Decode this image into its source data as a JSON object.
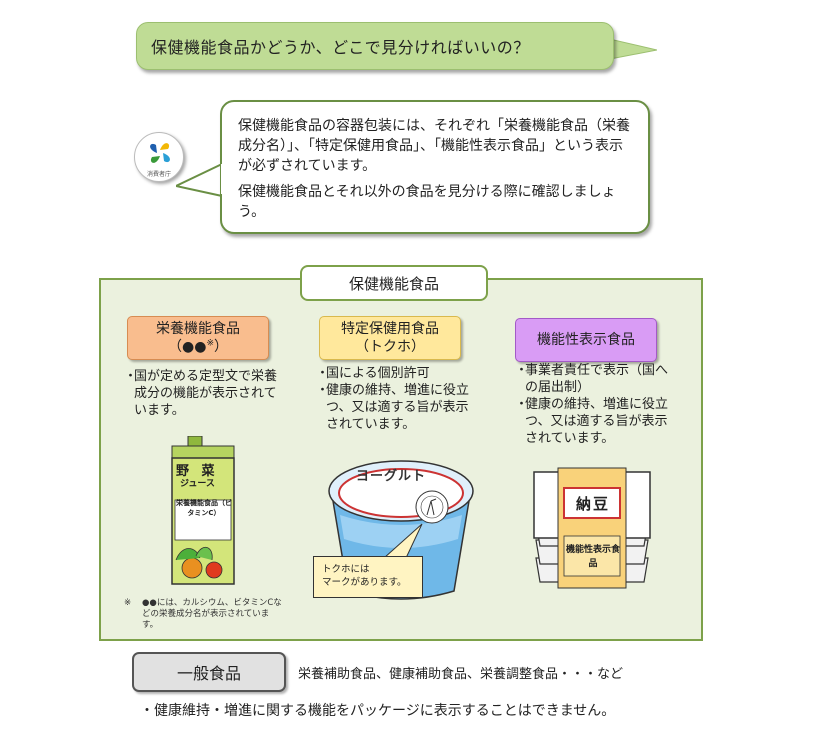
{
  "question": "保健機能食品かどうか、どこで見分ければいいの？",
  "logo": {
    "text": "消費者庁"
  },
  "answer": {
    "p1": "保健機能食品の容器包装には、それぞれ「栄養機能食品（栄養成分名）」、「特定保健用食品」、「機能性表示食品」という表示が必ずされています。",
    "p2": "保健機能食品とそれ以外の食品を見分ける際に確認しましょう。"
  },
  "section_label": "保健機能食品",
  "categories": [
    {
      "title": "栄養機能食品",
      "subtitle": "（●●",
      "subtitle_mark": "※",
      "subtitle_end": "）",
      "bullets": [
        "国が定める定型文で栄養成分の機能が表示されています。"
      ],
      "package": {
        "line1": "野 菜",
        "line2": "ジュース",
        "line3": "栄養機能食品（ビタミンC）"
      }
    },
    {
      "title": "特定保健用食品",
      "subtitle": "（トクホ）",
      "bullets": [
        "国による個別許可",
        "健康の維持、増進に役立つ、又は適する旨が表示されています。"
      ],
      "package": {
        "label": "ヨーグルト",
        "callout": "トクホには\nマークがあります。"
      }
    },
    {
      "title": "機能性表示食品",
      "bullets": [
        "事業者責任で表示（国への届出制）",
        "健康の維持、増進に役立つ、又は適する旨が表示されています。"
      ],
      "package": {
        "label": "納豆",
        "label2": "機能性表示食品"
      }
    }
  ],
  "footnote": {
    "mark": "※",
    "text": "●●には、カルシウム、ビタミンCなどの栄養成分名が表示されています。"
  },
  "general": {
    "label": "一般食品",
    "examples": "栄養補助食品、健康補助食品、栄養調整食品・・・など",
    "note": "・健康維持・増進に関する機能をパッケージに表示することはできません。"
  },
  "bullet_char": "・",
  "colors": {
    "question_bg": "#bfdc95",
    "section_bg": "#ebf1de",
    "section_border": "#7da14a",
    "cat1": "#f9bd8e",
    "cat2": "#ffe89c",
    "cat3": "#d99cf5",
    "general_bg": "#e1e1e1"
  }
}
